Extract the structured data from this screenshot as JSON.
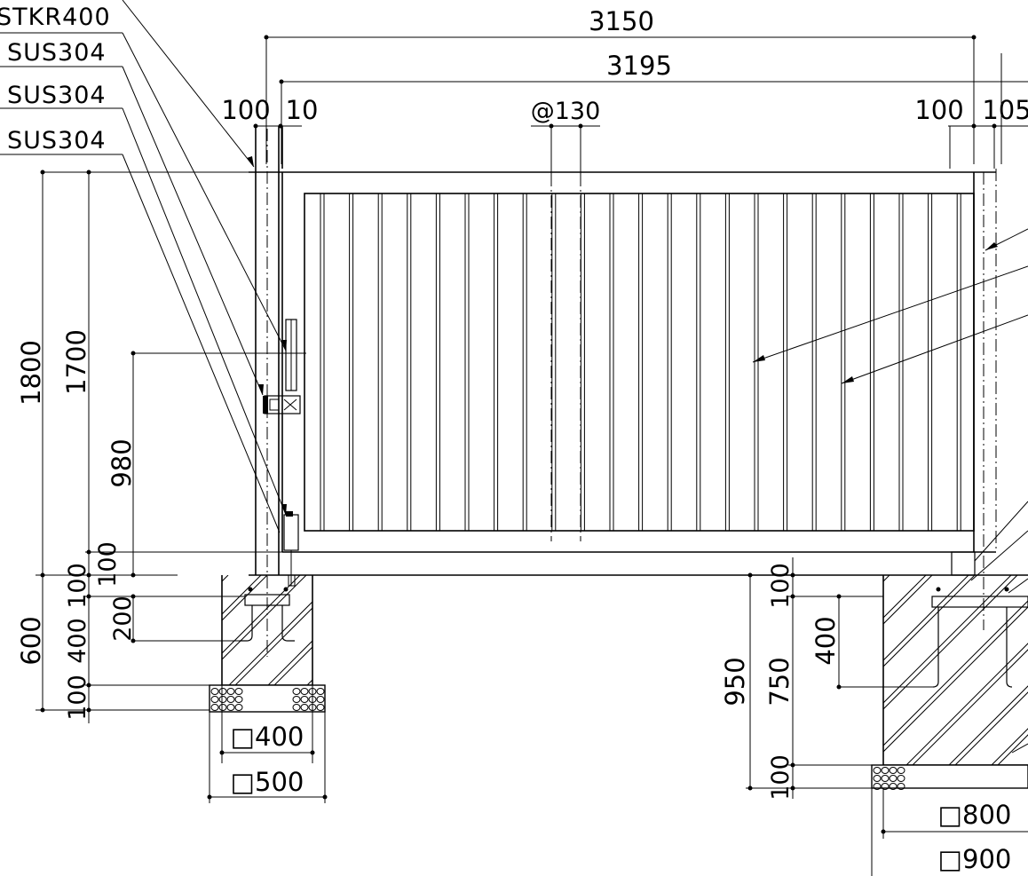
{
  "material_labels": {
    "stkr": "STKR400",
    "sus_1": "SUS304",
    "sus_2": "SUS304",
    "sus_3": "SUS304"
  },
  "dimensions": {
    "overall_width_outer": "3150",
    "overall_width_inner": "3195",
    "pitch": "@130",
    "post_left": "100",
    "gap_left": "10",
    "post_right": "100",
    "gap_right": "105",
    "height_total": "1800",
    "height_panel": "1700",
    "height_latch": "980",
    "bottom_gap": "100",
    "footing_left_depth": "600",
    "footing_left_top": "100",
    "footing_left_mid": "400",
    "footing_left_bottom": "100",
    "anchor_left": "200",
    "footing_left_inner": "□400",
    "footing_left_outer": "□500",
    "footing_right_depth": "950",
    "footing_right_top": "100",
    "footing_right_mid": "750",
    "footing_right_bottom": "100",
    "anchor_right": "400",
    "footing_right_inner": "□800",
    "footing_right_outer": "□900"
  }
}
